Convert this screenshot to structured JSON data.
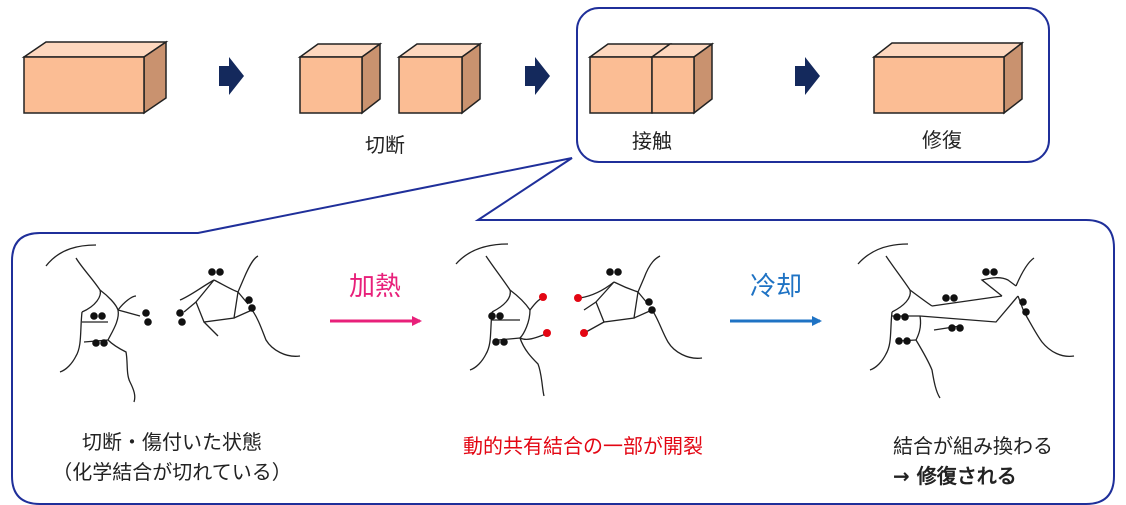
{
  "top_row": {
    "cut_label": "切断",
    "contact_label": "接触",
    "repair_label": "修復"
  },
  "detail": {
    "heating_label": "加熱",
    "cooling_label": "冷却",
    "state1_line1": "切断・傷付いた状態",
    "state1_line2": "（化学結合が切れている）",
    "state2_text": "動的共有結合の一部が開裂",
    "state3_line1": "結合が組み換わる",
    "state3_line2": "→ 修復される"
  },
  "colors": {
    "block_front": "#FBBD94",
    "block_top": "#FDD7BE",
    "block_side": "#C9926F",
    "outline": "#1F2F9A",
    "arrow_dark": "#14295C",
    "heat": "#E8207A",
    "cool": "#1F73C4",
    "broken_bond": "#E30613"
  }
}
